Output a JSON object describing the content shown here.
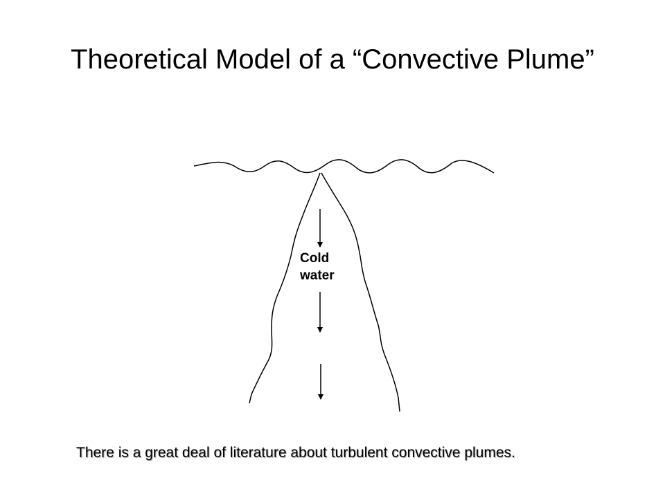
{
  "slide": {
    "title": "Theoretical Model of a “Convective Plume”",
    "label": {
      "line1": "Cold",
      "line2": "water"
    },
    "caption": "There is a great deal of literature about turbulent convective plumes."
  }
}
